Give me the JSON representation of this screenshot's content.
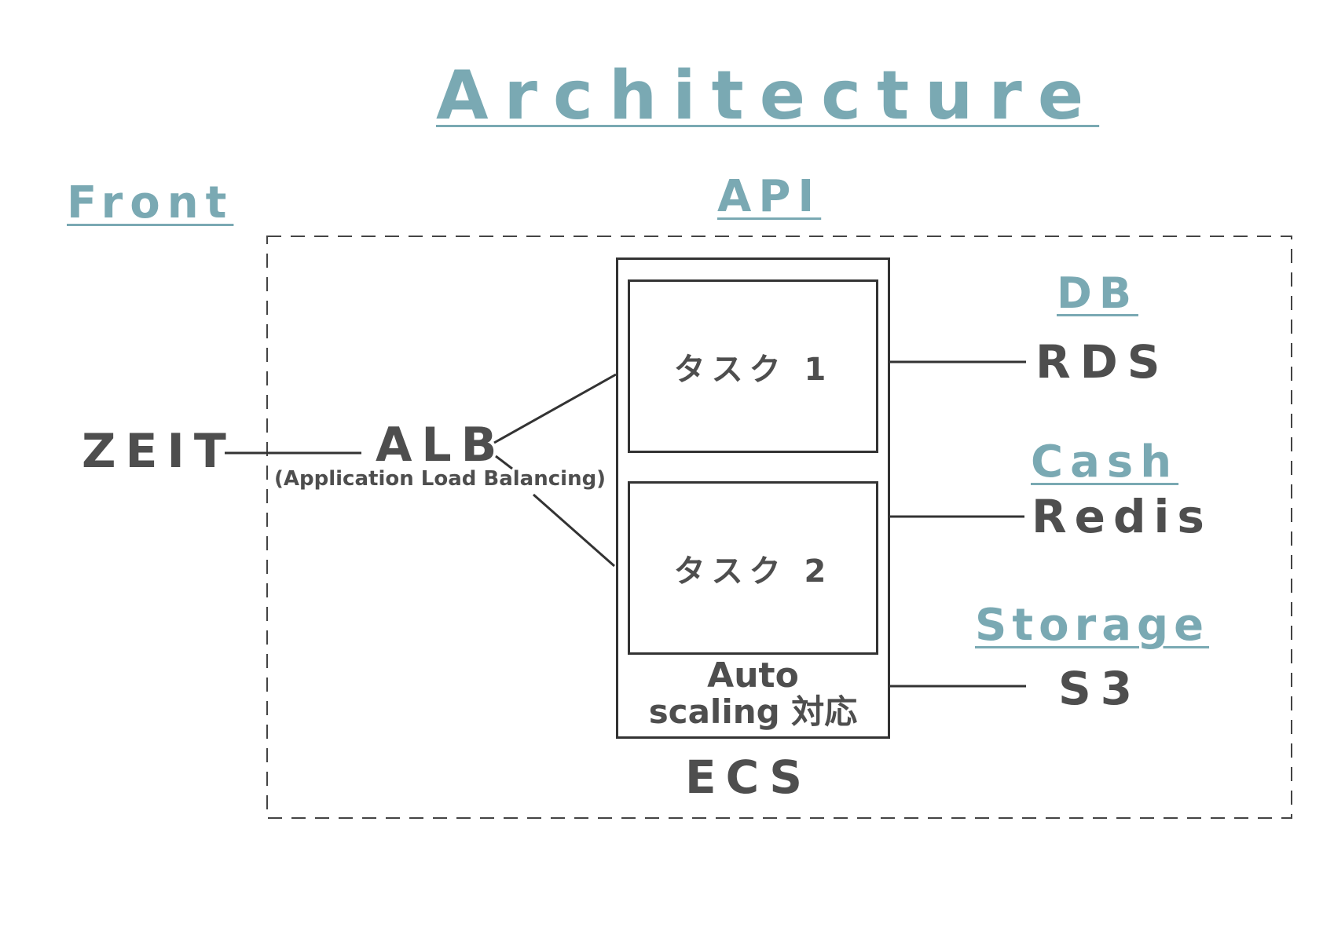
{
  "title": "Architecture",
  "sections": {
    "front": "Front",
    "api": "API",
    "db": "DB",
    "cash": "Cash",
    "storage": "Storage"
  },
  "nodes": {
    "zeit": "ZEIT",
    "alb": "ALB",
    "alb_sub": "(Application Load Balancing)",
    "task1": "タスク 1",
    "task2": "タスク 2",
    "autoscaling_line1": "Auto",
    "autoscaling_line2": "scaling 対応",
    "ecs": "ECS",
    "rds": "RDS",
    "redis": "Redis",
    "s3": "S3"
  },
  "colors": {
    "accent": "#7aa9b3",
    "text": "#4e4e4e",
    "line": "#333333"
  }
}
